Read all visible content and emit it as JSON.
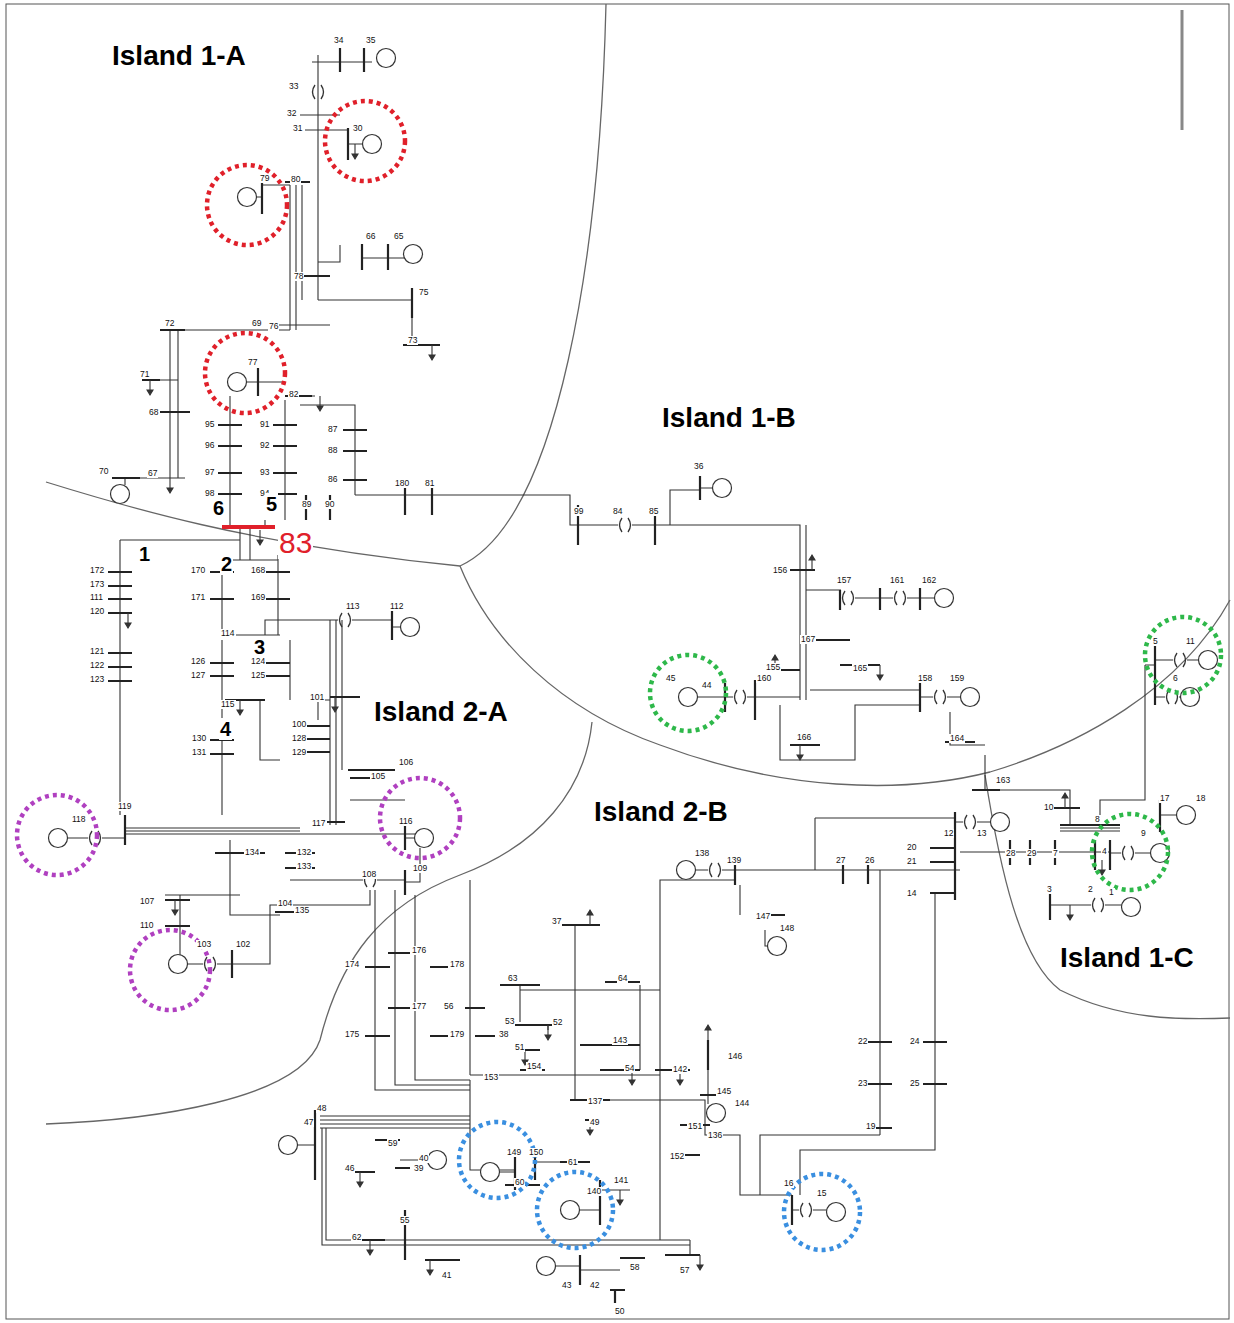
{
  "diagram": {
    "nodes": [
      {
        "text": [
          "Island 1-A"
        ]
      },
      {
        "text": [
          "Island 1-B"
        ]
      },
      {
        "text": [
          "Island 2-A"
        ]
      },
      {
        "text": [
          "Island 2-B"
        ]
      },
      {
        "text": [
          "Island 1-C"
        ]
      }
    ],
    "labels": [
      "34",
      "35",
      "33",
      "32",
      "31",
      "30",
      "79",
      "80",
      "66",
      "65",
      "78",
      "75",
      "73",
      "72",
      "69",
      "76",
      "77",
      "71",
      "82",
      "68",
      "95",
      "91",
      "87",
      "96",
      "92",
      "88",
      "70",
      "67",
      "97",
      "93",
      "86",
      "180",
      "81",
      "98",
      "94",
      "89",
      "90",
      "6",
      "5",
      "83",
      "36",
      "99",
      "84",
      "85",
      "156",
      "157",
      "161",
      "162",
      "167",
      "165",
      "155",
      "45",
      "44",
      "160",
      "158",
      "159",
      "166",
      "164",
      "5",
      "11",
      "6",
      "163",
      "10",
      "12",
      "13",
      "17",
      "18",
      "8",
      "9",
      "20",
      "21",
      "28",
      "29",
      "7",
      "4",
      "27",
      "26",
      "14",
      "3",
      "2",
      "1",
      "22",
      "24",
      "23",
      "25",
      "19",
      "1",
      "2",
      "3",
      "4",
      "172",
      "173",
      "111",
      "120",
      "170",
      "168",
      "171",
      "169",
      "113",
      "112",
      "114",
      "121",
      "122",
      "123",
      "126",
      "124",
      "127",
      "125",
      "101",
      "115",
      "100",
      "128",
      "129",
      "130",
      "131",
      "106",
      "105",
      "118",
      "119",
      "116",
      "117",
      "134",
      "132",
      "133",
      "109",
      "108",
      "107",
      "104",
      "135",
      "110",
      "103",
      "102",
      "138",
      "139",
      "147",
      "148",
      "37",
      "176",
      "178",
      "174",
      "64",
      "63",
      "56",
      "177",
      "53",
      "52",
      "175",
      "179",
      "38",
      "51",
      "143",
      "146",
      "154",
      "54",
      "142",
      "153",
      "145",
      "137",
      "144",
      "48",
      "47",
      "49",
      "151",
      "136",
      "59",
      "149",
      "150",
      "40",
      "61",
      "152",
      "39",
      "46",
      "141",
      "60",
      "16",
      "140",
      "15",
      "55",
      "62",
      "58",
      "57",
      "41",
      "43",
      "42",
      "50"
    ]
  }
}
